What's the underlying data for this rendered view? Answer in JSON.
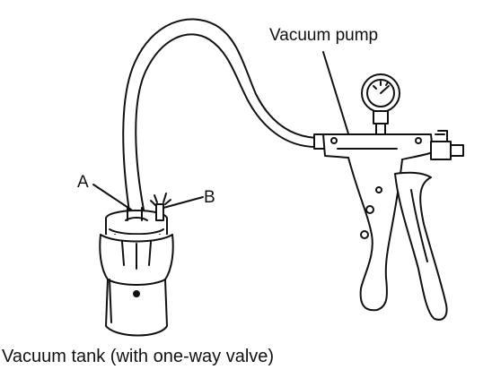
{
  "labels": {
    "vacuum_pump": "Vacuum pump",
    "a": "A",
    "b": "B",
    "vacuum_tank": "Vacuum tank (with one-way valve)"
  }
}
